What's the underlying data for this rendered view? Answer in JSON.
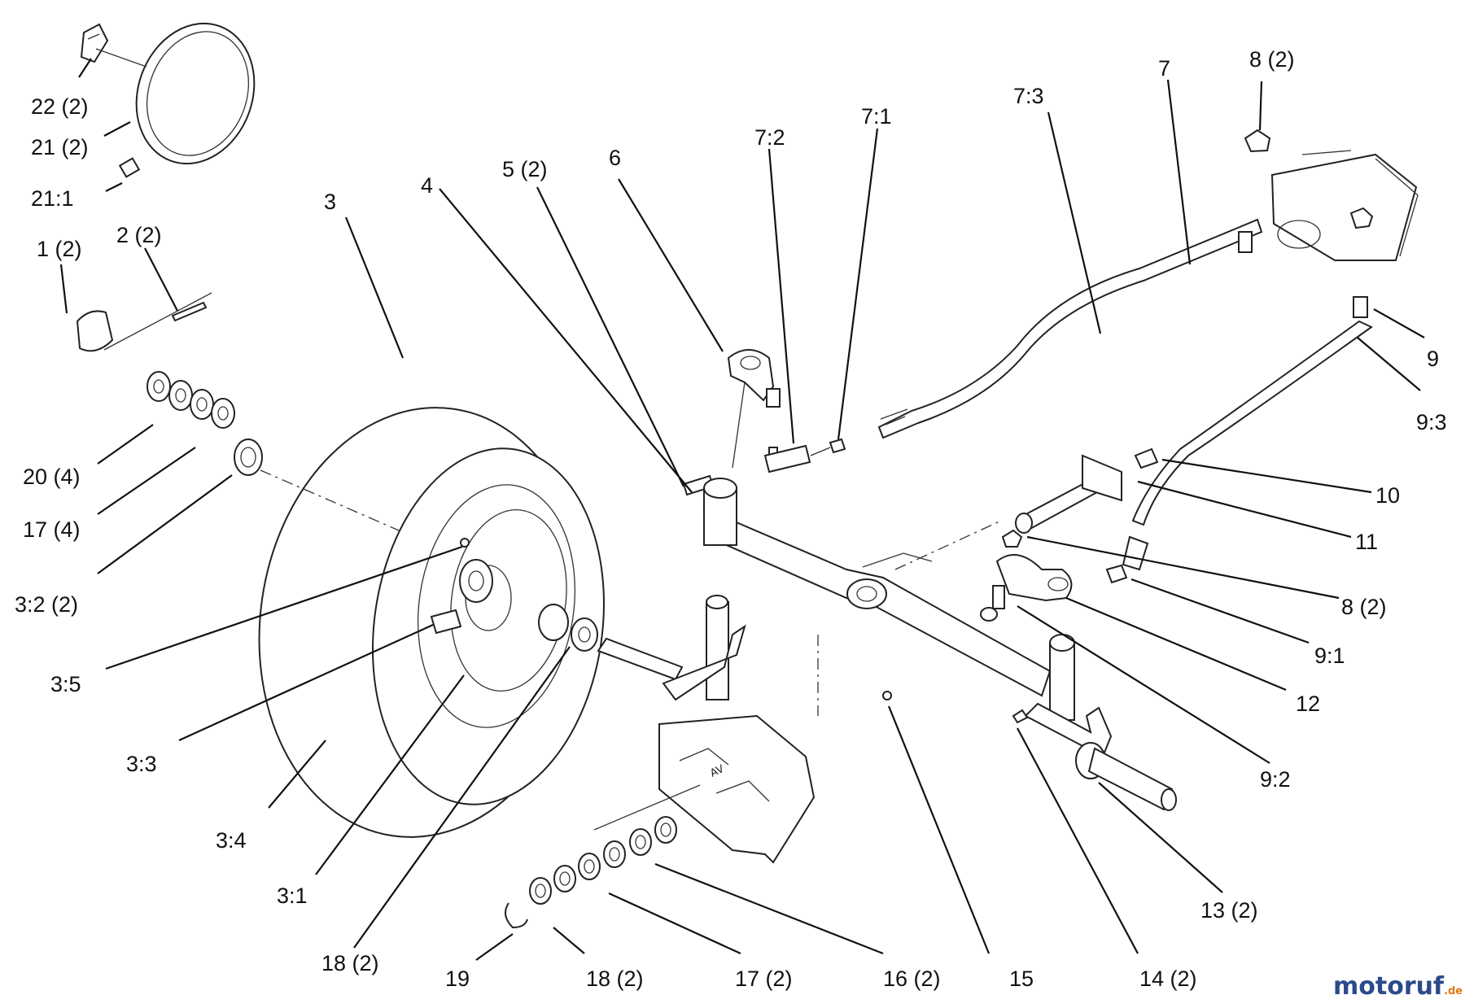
{
  "callouts": [
    {
      "key": "c22",
      "text": "22 (2)"
    },
    {
      "key": "c21",
      "text": "21 (2)"
    },
    {
      "key": "c21_1",
      "text": "21:1"
    },
    {
      "key": "c1",
      "text": "1 (2)"
    },
    {
      "key": "c2",
      "text": "2 (2)"
    },
    {
      "key": "c3",
      "text": "3"
    },
    {
      "key": "c4",
      "text": "4"
    },
    {
      "key": "c5",
      "text": "5 (2)"
    },
    {
      "key": "c6",
      "text": "6"
    },
    {
      "key": "c7_2",
      "text": "7:2"
    },
    {
      "key": "c7_1",
      "text": "7:1"
    },
    {
      "key": "c7_3",
      "text": "7:3"
    },
    {
      "key": "c7",
      "text": "7"
    },
    {
      "key": "c8a",
      "text": "8 (2)"
    },
    {
      "key": "c9",
      "text": "9"
    },
    {
      "key": "c9_3",
      "text": "9:3"
    },
    {
      "key": "c10",
      "text": "10"
    },
    {
      "key": "c11",
      "text": "11"
    },
    {
      "key": "c8b",
      "text": "8 (2)"
    },
    {
      "key": "c9_1",
      "text": "9:1"
    },
    {
      "key": "c12",
      "text": "12"
    },
    {
      "key": "c9_2",
      "text": "9:2"
    },
    {
      "key": "c20",
      "text": "20 (4)"
    },
    {
      "key": "c17a",
      "text": "17 (4)"
    },
    {
      "key": "c3_2",
      "text": "3:2 (2)"
    },
    {
      "key": "c3_5",
      "text": "3:5"
    },
    {
      "key": "c3_3",
      "text": "3:3"
    },
    {
      "key": "c3_4",
      "text": "3:4"
    },
    {
      "key": "c3_1",
      "text": "3:1"
    },
    {
      "key": "c18a",
      "text": "18 (2)"
    },
    {
      "key": "c19",
      "text": "19"
    },
    {
      "key": "c18b",
      "text": "18 (2)"
    },
    {
      "key": "c17b",
      "text": "17 (2)"
    },
    {
      "key": "c16",
      "text": "16 (2)"
    },
    {
      "key": "c15",
      "text": "15"
    },
    {
      "key": "c14",
      "text": "14 (2)"
    },
    {
      "key": "c13",
      "text": "13 (2)"
    }
  ],
  "watermark": {
    "brand": "motoruf",
    "suffix": ".de",
    "color_main": "#2b4a8b",
    "color_accent": "#e07a10"
  }
}
